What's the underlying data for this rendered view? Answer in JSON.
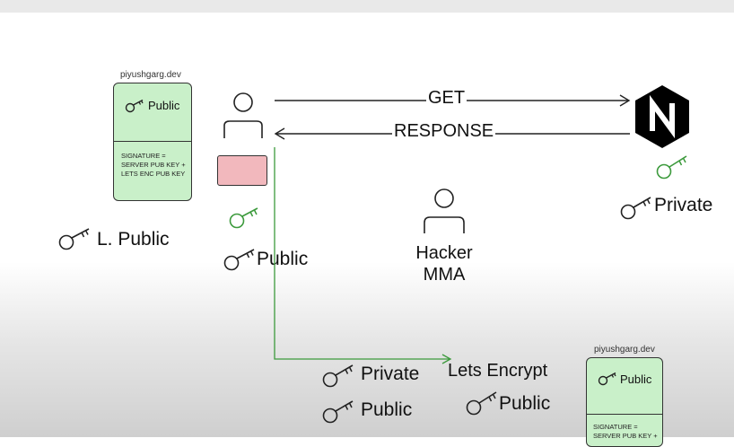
{
  "left_cert": {
    "domain": "piyushgarg.dev",
    "key_label": "Public",
    "signature_lines": [
      "SIGNATURE =",
      "SERVER PUB KEY +",
      "LETS ENC PUB KEY"
    ]
  },
  "arrows": {
    "get_label": "GET",
    "response_label": "RESPONSE"
  },
  "server": {
    "logo_letter": "N",
    "private_label": "Private"
  },
  "client": {
    "public_label": "Public"
  },
  "left_key_label": "L. Public",
  "hacker": {
    "line1": "Hacker",
    "line2": "MMA"
  },
  "lets_encrypt": {
    "title": "Lets Encrypt",
    "private_label": "Private",
    "public_label": "Public",
    "authority_public_label": "Public"
  },
  "right_cert": {
    "domain": "piyushgarg.dev",
    "key_label": "Public",
    "signature_lines": [
      "SIGNATURE =",
      "SERVER PUB KEY +"
    ]
  },
  "colors": {
    "cert_fill": "#c9f0c9",
    "green_key": "#3c9a3c",
    "client_box": "#f2b8bd",
    "nginx_hex": "#000000"
  }
}
